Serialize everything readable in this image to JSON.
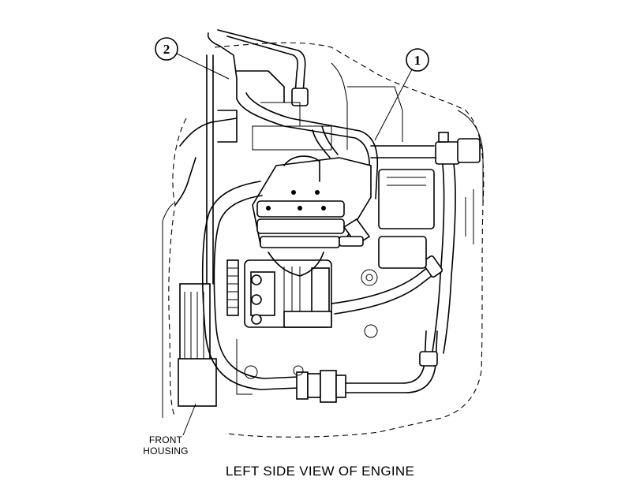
{
  "callouts": [
    {
      "number": "1"
    },
    {
      "number": "2"
    }
  ],
  "labels": {
    "front_housing_line1": "FRONT",
    "front_housing_line2": "HOUSING"
  },
  "caption": "LEFT SIDE VIEW OF ENGINE",
  "colors": {
    "line": "#000000",
    "background": "#ffffff"
  }
}
